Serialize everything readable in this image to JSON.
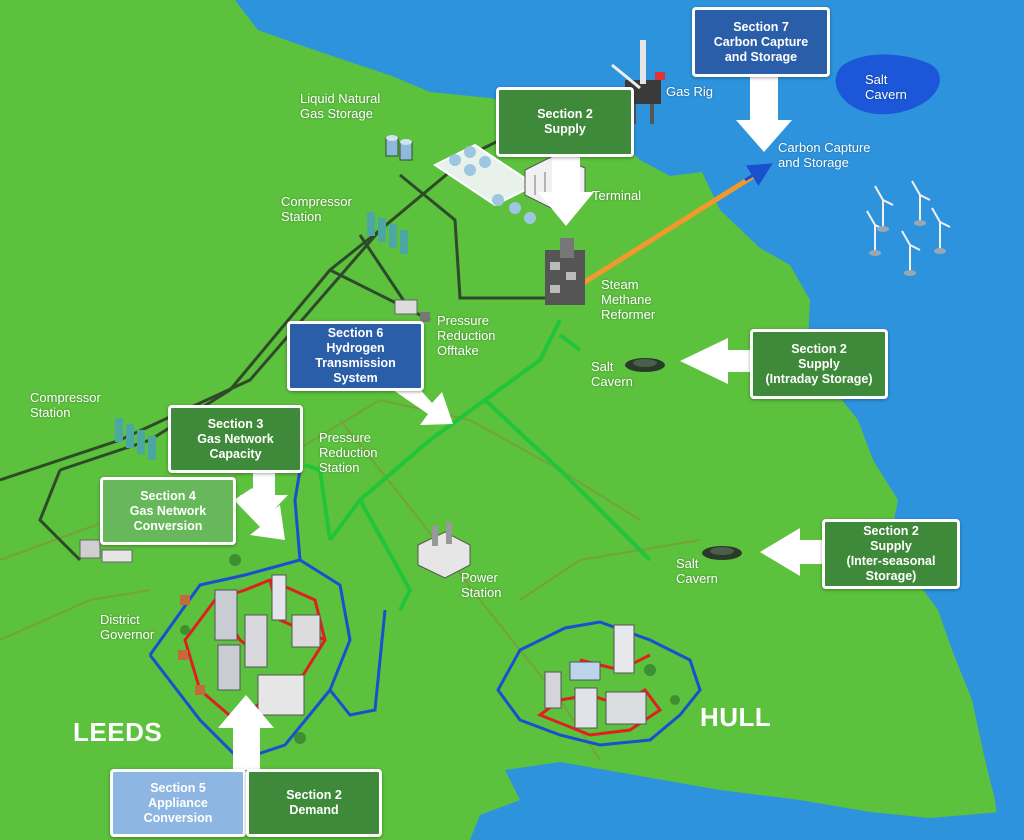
{
  "colors": {
    "sea": "#2d93dd",
    "land": "#5cc13d",
    "section_dark_green": "#3f8a3a",
    "section_light_green": "#66b85a",
    "section_blue": "#2b5ea8",
    "section_light_blue": "#8eb6e2",
    "hydrogen_pipe": "#22c53a",
    "gas_pipe": "#2f4a2a",
    "co2_pipe": "#f2992e",
    "city_network_blue": "#1a4fd0",
    "city_network_red": "#e02020"
  },
  "sections": {
    "s7_ccs": "Section 7\nCarbon Capture\nand Storage",
    "s2_supply": "Section 2\nSupply",
    "s6_hydrogen": "Section 6\nHydrogen\nTransmission\nSystem",
    "s2_intraday": "Section 2\nSupply\n(Intraday Storage)",
    "s3_capacity": "Section 3\nGas Network\nCapacity",
    "s4_conversion": "Section 4\nGas Network\nConversion",
    "s2_interseasonal": "Section 2\nSupply\n(Inter-seasonal\nStorage)",
    "s5_appliance": "Section 5\nAppliance\nConversion",
    "s2_demand": "Section 2\nDemand"
  },
  "labels": {
    "salt_cavern_sea": "Salt\nCavern",
    "gas_rig": "Gas Rig",
    "lng_storage": "Liquid Natural\nGas Storage",
    "carbon_capture": "Carbon Capture\nand Storage",
    "terminal": "Terminal",
    "compressor_top": "Compressor\nStation",
    "smr": "Steam\nMethane\nReformer",
    "pressure_offtake": "Pressure\nReduction\nOfftake",
    "salt_cavern_1": "Salt\nCavern",
    "compressor_left": "Compressor\nStation",
    "pressure_station": "Pressure\nReduction\nStation",
    "salt_cavern_2": "Salt\nCavern",
    "power_station": "Power\nStation",
    "district_governor": "District\nGovernor"
  },
  "cities": {
    "leeds": "LEEDS",
    "hull": "HULL"
  },
  "icons": [
    "salt-cavern-icon",
    "gas-rig-icon",
    "lng-tank-icon",
    "terminal-icon",
    "compressor-icon",
    "steam-methane-reformer-icon",
    "wind-turbine-icon",
    "power-station-icon",
    "district-governor-icon",
    "city-buildings-icon"
  ]
}
